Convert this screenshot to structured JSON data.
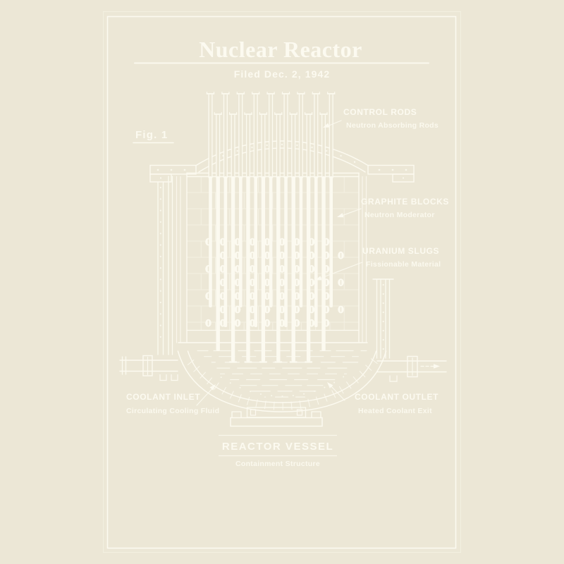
{
  "poster": {
    "title": "Nuclear Reactor",
    "filed_date": "Filed Dec. 2, 1942",
    "figure_label": "Fig. 1",
    "colors": {
      "background": "#ece7d6",
      "ink": "#fcfaf0"
    },
    "annotations": {
      "control_rods": {
        "label": "CONTROL RODS",
        "description": "Neutron Absorbing Rods"
      },
      "graphite_blocks": {
        "label": "GRAPHITE BLOCKS",
        "description": "Neutron Moderator"
      },
      "uranium_slugs": {
        "label": "URANIUM SLUGS",
        "description": "Fissionable Material"
      },
      "coolant_inlet": {
        "label": "COOLANT INLET",
        "description": "Circulating Cooling Fluid"
      },
      "coolant_outlet": {
        "label": "COOLANT OUTLET",
        "description": "Heated Coolant Exit"
      },
      "reactor_vessel": {
        "label": "REACTOR VESSEL",
        "description": "Containment Structure"
      }
    }
  }
}
